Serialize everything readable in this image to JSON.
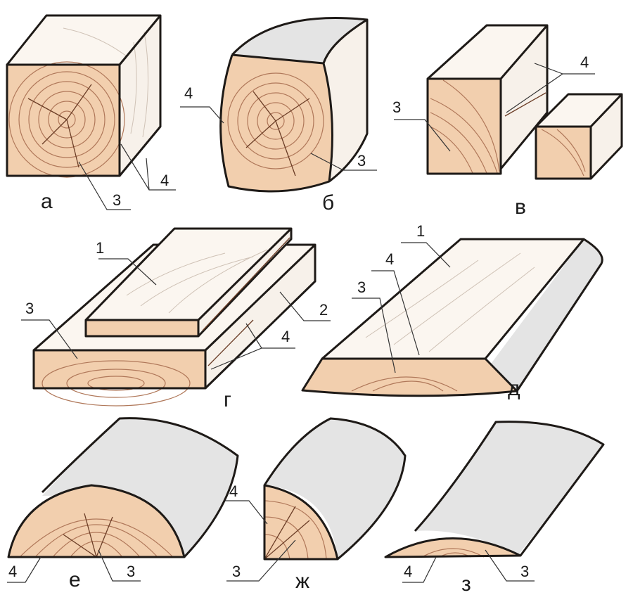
{
  "figures": [
    {
      "id": "a",
      "caption": "а",
      "callouts": [
        "3",
        "4"
      ]
    },
    {
      "id": "b",
      "caption": "б",
      "callouts": [
        "4",
        "3"
      ]
    },
    {
      "id": "v",
      "caption": "в",
      "callouts": [
        "4",
        "3"
      ]
    },
    {
      "id": "g",
      "caption": "г",
      "callouts": [
        "1",
        "3",
        "2",
        "4"
      ]
    },
    {
      "id": "d",
      "caption": "д",
      "callouts": [
        "1",
        "4",
        "3"
      ]
    },
    {
      "id": "e",
      "caption": "е",
      "callouts": [
        "4",
        "3"
      ]
    },
    {
      "id": "zh",
      "caption": "ж",
      "callouts": [
        "4",
        "3"
      ]
    },
    {
      "id": "z",
      "caption": "з",
      "callouts": [
        "4",
        "3"
      ]
    }
  ]
}
